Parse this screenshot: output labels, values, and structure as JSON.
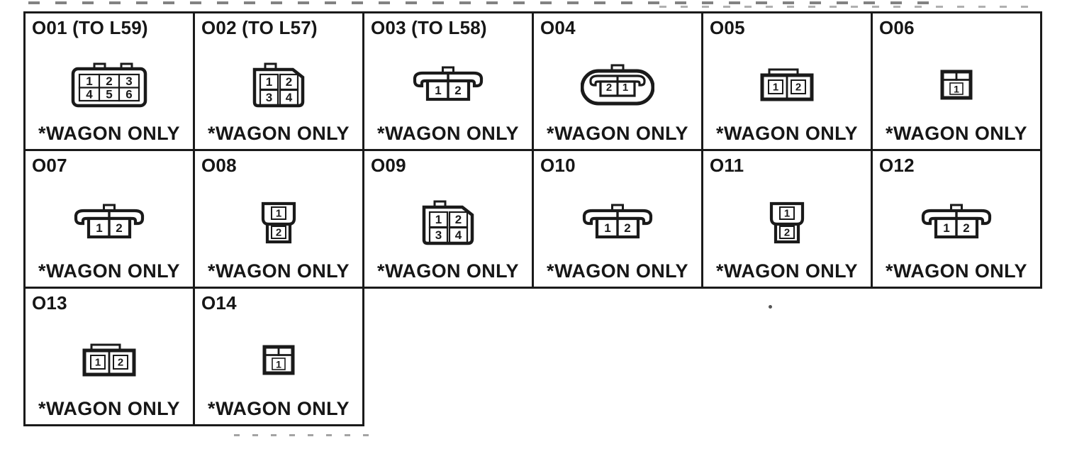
{
  "table": {
    "wagon_note": "*WAGON ONLY",
    "columns": 6,
    "colors": {
      "ink": "#1a1a1a",
      "paper": "#ffffff"
    },
    "cells": [
      {
        "id": "O01 (TO L59)",
        "connector": "grid6",
        "pins": [
          "1",
          "2",
          "3",
          "4",
          "5",
          "6"
        ]
      },
      {
        "id": "O02 (TO L57)",
        "connector": "grid4",
        "pins": [
          "1",
          "2",
          "3",
          "4"
        ]
      },
      {
        "id": "O03 (TO L58)",
        "connector": "winged2",
        "pins": [
          "1",
          "2"
        ]
      },
      {
        "id": "O04",
        "connector": "oval2",
        "pins": [
          "2",
          "1"
        ]
      },
      {
        "id": "O05",
        "connector": "rect2",
        "pins": [
          "1",
          "2"
        ]
      },
      {
        "id": "O06",
        "connector": "single1",
        "pins": [
          "1"
        ]
      },
      {
        "id": "O07",
        "connector": "winged2",
        "pins": [
          "1",
          "2"
        ]
      },
      {
        "id": "O08",
        "connector": "vert2",
        "pins": [
          "1",
          "2"
        ]
      },
      {
        "id": "O09",
        "connector": "grid4",
        "pins": [
          "1",
          "2",
          "3",
          "4"
        ]
      },
      {
        "id": "O10",
        "connector": "winged2",
        "pins": [
          "1",
          "2"
        ]
      },
      {
        "id": "O11",
        "connector": "vert2",
        "pins": [
          "1",
          "2"
        ]
      },
      {
        "id": "O12",
        "connector": "winged2",
        "pins": [
          "1",
          "2"
        ]
      },
      {
        "id": "O13",
        "connector": "rect2",
        "pins": [
          "1",
          "2"
        ]
      },
      {
        "id": "O14",
        "connector": "single1",
        "pins": [
          "1"
        ]
      }
    ]
  }
}
